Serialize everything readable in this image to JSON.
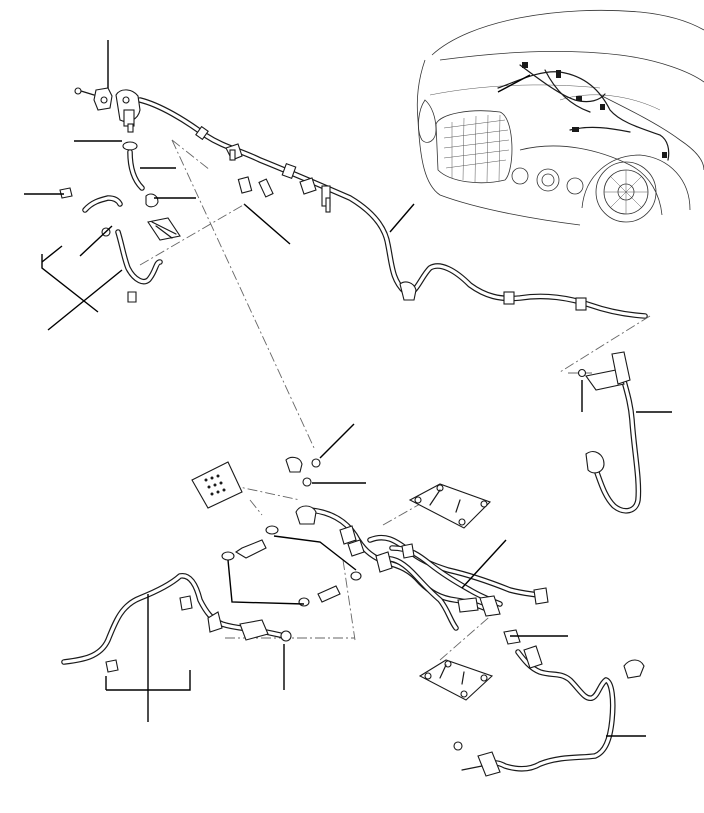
{
  "diagram": {
    "description_visible_text": "",
    "colors": {
      "line": "#1a1a1a",
      "leader": "#000000",
      "phantom": "#666666",
      "background": "#ffffff"
    },
    "views": [
      {
        "id": "upper-assembly",
        "label": ""
      },
      {
        "id": "lower-assembly",
        "label": ""
      },
      {
        "id": "right-hose",
        "label": ""
      },
      {
        "id": "car-inset",
        "label": ""
      }
    ]
  }
}
